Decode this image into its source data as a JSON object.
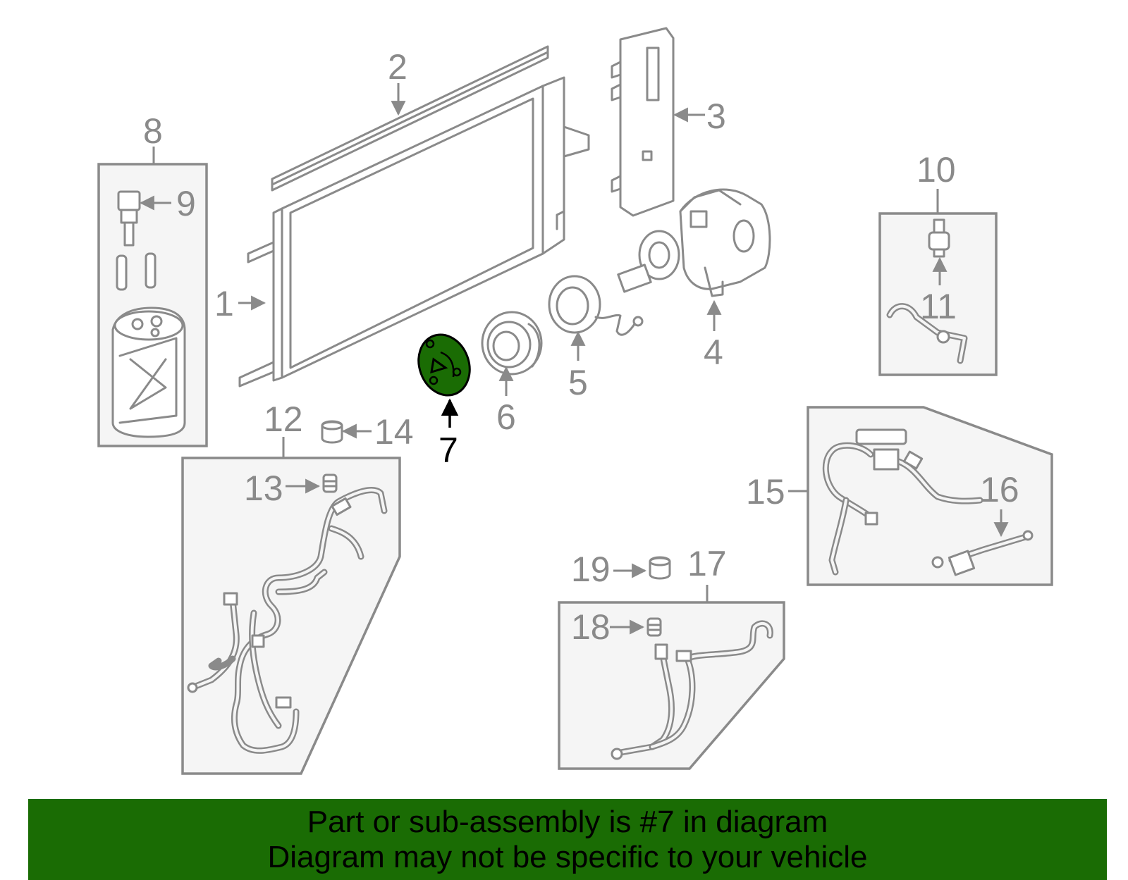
{
  "labels": {
    "p1": "1",
    "p2": "2",
    "p3": "3",
    "p4": "4",
    "p5": "5",
    "p6": "6",
    "p7": "7",
    "p8": "8",
    "p9": "9",
    "p10": "10",
    "p11": "11",
    "p12": "12",
    "p13": "13",
    "p14": "14",
    "p15": "15",
    "p16": "16",
    "p17": "17",
    "p18": "18",
    "p19": "19"
  },
  "highlight": {
    "part": "7",
    "color": "#1a6c04"
  },
  "banner": {
    "line1": "Part or sub-assembly is #7 in diagram",
    "line2": "Diagram may not be specific to your vehicle"
  }
}
